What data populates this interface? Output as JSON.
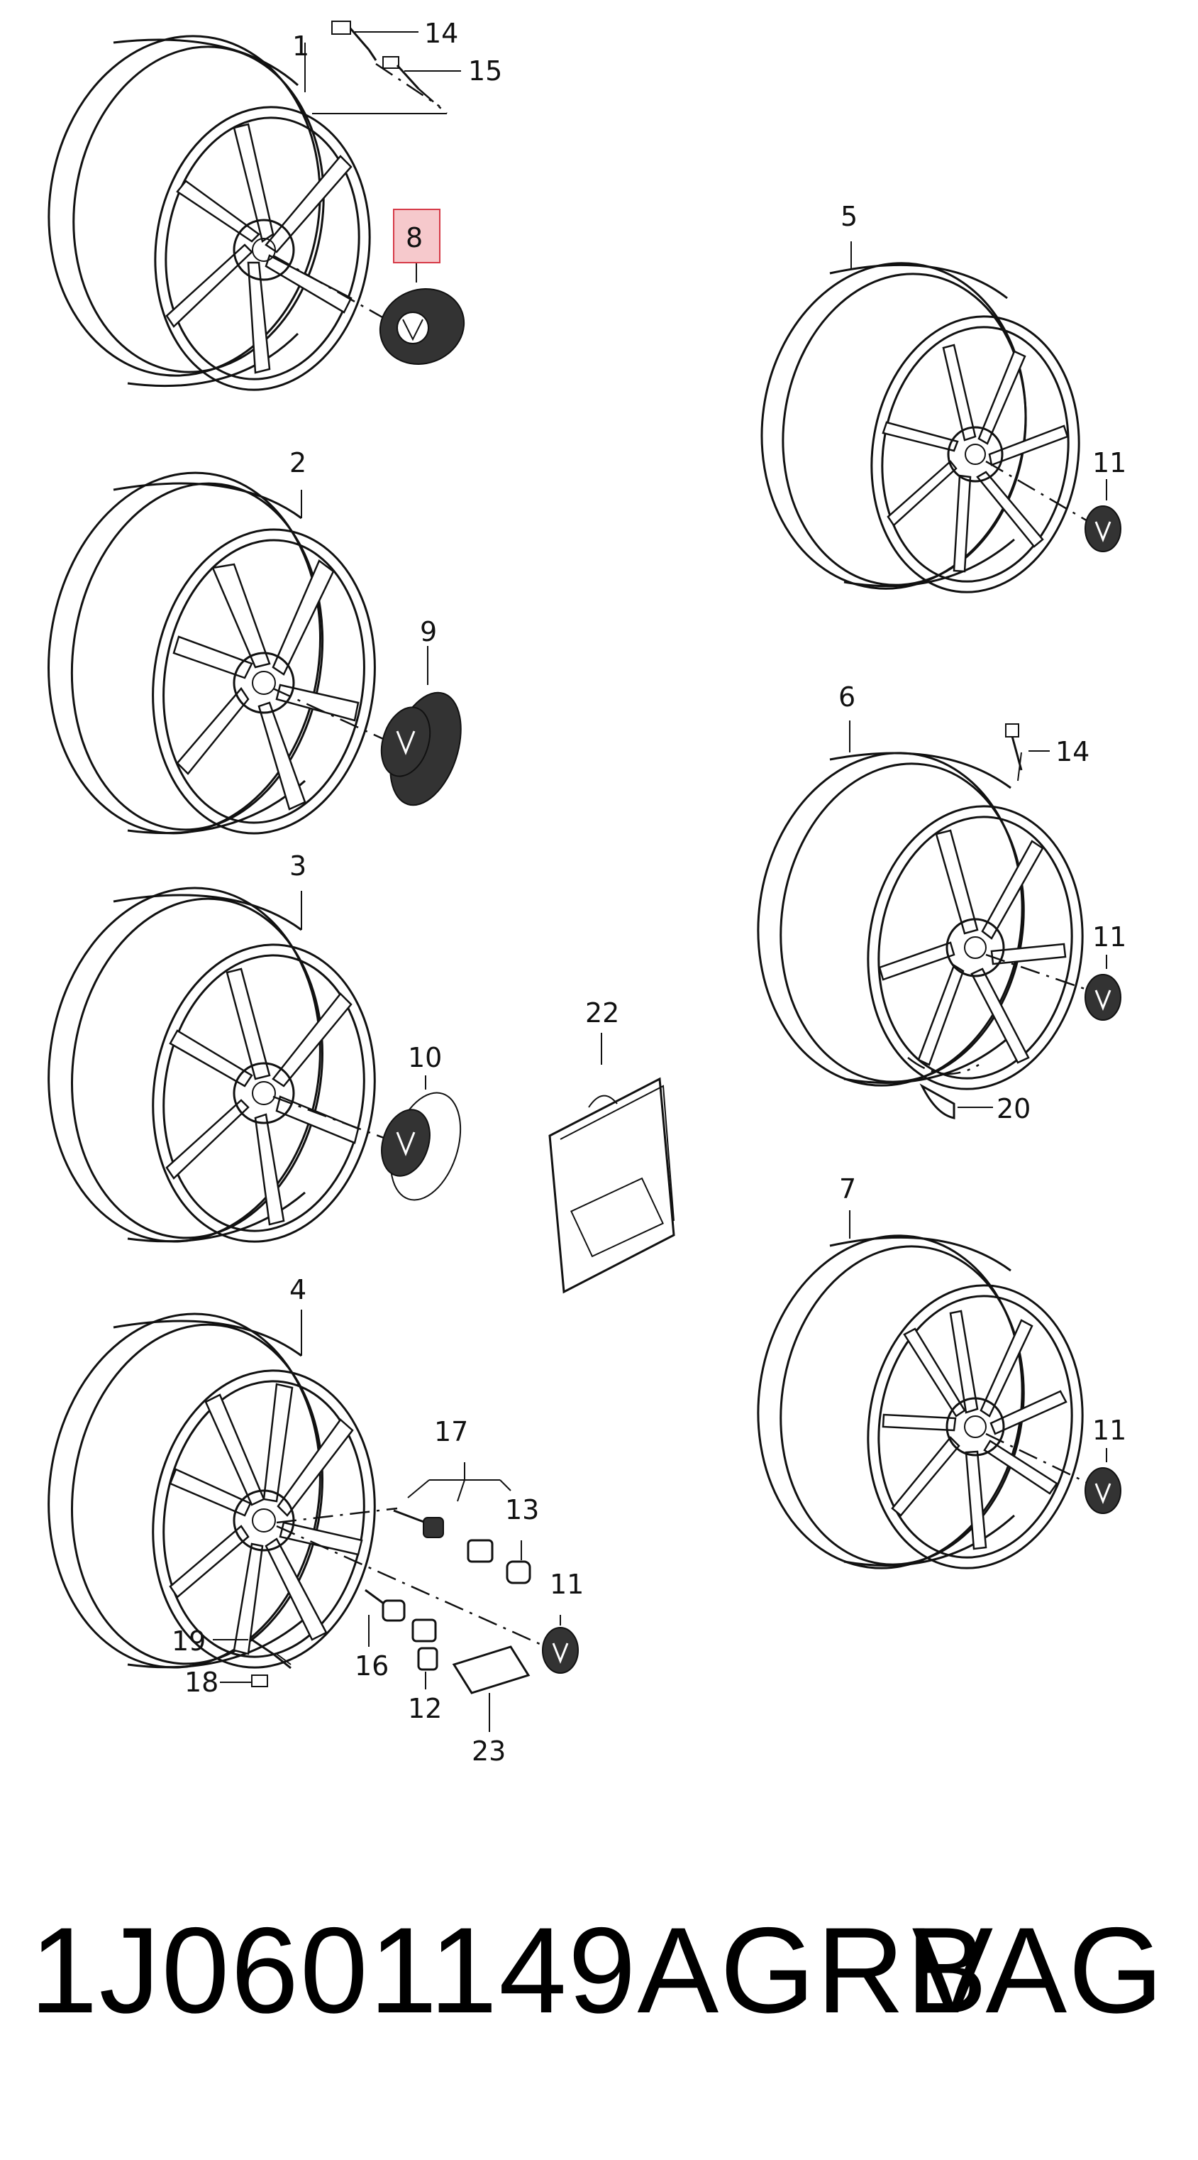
{
  "callouts": {
    "c1": "1",
    "c2": "2",
    "c3": "3",
    "c4": "4",
    "c5": "5",
    "c6": "6",
    "c7": "7",
    "c8": "8",
    "c9": "9",
    "c10": "10",
    "c11a": "11",
    "c11b": "11",
    "c11c": "11",
    "c11d": "11",
    "c12": "12",
    "c13": "13",
    "c14a": "14",
    "c14b": "14",
    "c15": "15",
    "c16": "16",
    "c17": "17",
    "c18": "18",
    "c19": "19",
    "c20": "20",
    "c22": "22",
    "c23": "23"
  },
  "highlighted_part": "8",
  "colors": {
    "highlight_fill": "#f6c9cc",
    "highlight_stroke": "#d63a47",
    "line": "#111111"
  },
  "footer": {
    "part_number": "1J0601149AGRB",
    "brand": "VAG"
  }
}
